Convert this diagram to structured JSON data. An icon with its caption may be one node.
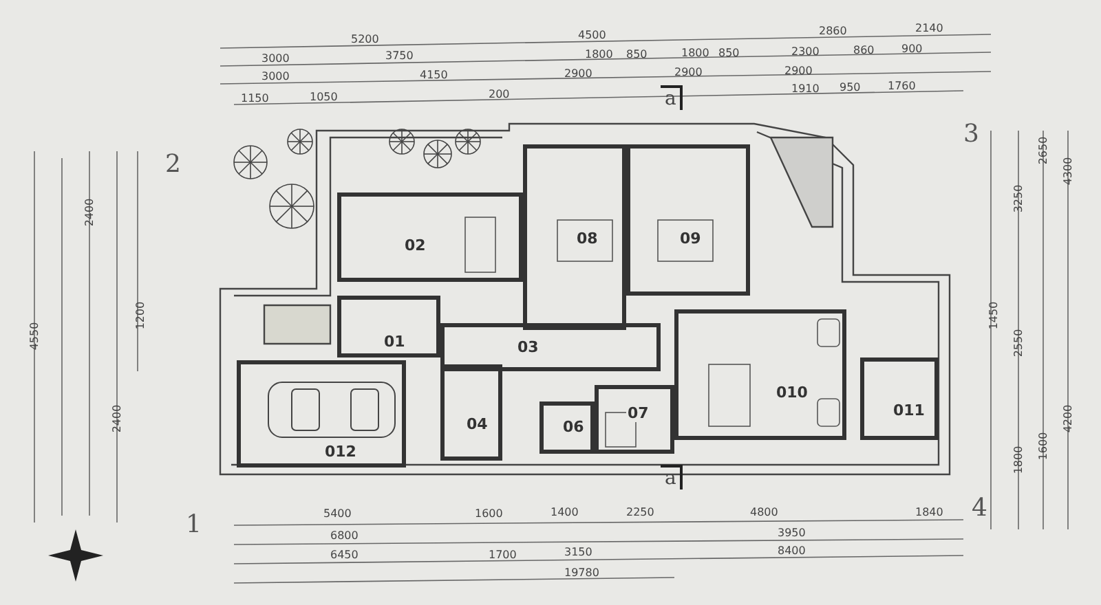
{
  "diagram": {
    "nodes": [
      {
        "text": [
          "02"
        ]
      },
      {
        "text": [
          "08"
        ]
      },
      {
        "text": [
          "09"
        ]
      },
      {
        "text": [
          "01"
        ]
      },
      {
        "text": [
          "03"
        ]
      },
      {
        "text": [
          "012"
        ]
      },
      {
        "text": [
          "04"
        ]
      },
      {
        "text": [
          "06"
        ]
      },
      {
        "text": [
          "07"
        ]
      },
      {
        "text": [
          "010"
        ]
      },
      {
        "text": [
          "011"
        ]
      }
    ],
    "labels": [
      "a",
      "a",
      "2",
      "3",
      "1",
      "4",
      "5200",
      "4500",
      "2860",
      "2140",
      "3000",
      "3750",
      "1800",
      "850",
      "1800",
      "850",
      "2300",
      "860",
      "900",
      "3000",
      "4150",
      "2900",
      "2900",
      "2900",
      "1150",
      "1050",
      "200",
      "1910",
      "950",
      "1760",
      "5400",
      "1600",
      "1400",
      "2250",
      "4800",
      "1840",
      "6800",
      "3950",
      "6450",
      "1700",
      "3150",
      "8400",
      "19780",
      "4300",
      "2650",
      "3250",
      "1450",
      "2550",
      "4200",
      "1600",
      "1800",
      "2400",
      "1200",
      "2400",
      "4550"
    ]
  }
}
